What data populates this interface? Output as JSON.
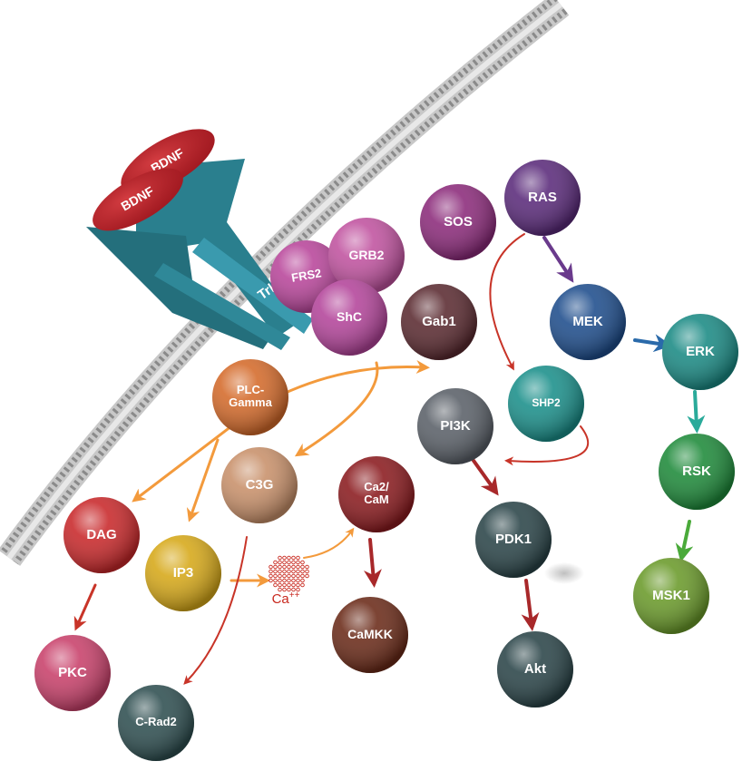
{
  "receptor": {
    "ligands": [
      "BDNF",
      "BDNF"
    ],
    "name": "TrkB",
    "colors": {
      "ligand": "#b81f27",
      "receptor": "#2a7f8e"
    }
  },
  "nodes": {
    "frs2": {
      "label": "FRS2",
      "color": "#b8459a"
    },
    "grb2": {
      "label": "GRB2",
      "color": "#c0529f"
    },
    "shc": {
      "label": "ShC",
      "color": "#b3449a"
    },
    "sos": {
      "label": "SOS",
      "color": "#8b2a7a"
    },
    "ras": {
      "label": "RAS",
      "color": "#5a2a7a"
    },
    "gab1": {
      "label": "Gab1",
      "color": "#5a2a30"
    },
    "mek": {
      "label": "MEK",
      "color": "#1e4d8c"
    },
    "erk": {
      "label": "ERK",
      "color": "#1a8a84"
    },
    "shp2": {
      "label": "SHP2",
      "color": "#1a8f8a"
    },
    "plc": {
      "label": "PLC-\nGamma",
      "color": "#d46a2a"
    },
    "pi3k": {
      "label": "PI3K",
      "color": "#5a6068"
    },
    "c3g": {
      "label": "C3G",
      "color": "#c8906a"
    },
    "ca2cam": {
      "label": "Ca2/\nCaM",
      "color": "#8a1a1e"
    },
    "rsk": {
      "label": "RSK",
      "color": "#1e8a3a"
    },
    "dag": {
      "label": "DAG",
      "color": "#c8282a"
    },
    "ip3": {
      "label": "IP3",
      "color": "#d6a818"
    },
    "pdk1": {
      "label": "PDK1",
      "color": "#2a4448"
    },
    "msk1": {
      "label": "MSK1",
      "color": "#6a9a2a"
    },
    "camkk": {
      "label": "CaMKK",
      "color": "#6a2a18"
    },
    "pkc": {
      "label": "PKC",
      "color": "#c8406a"
    },
    "akt": {
      "label": "Akt",
      "color": "#2a4448"
    },
    "crad2": {
      "label": "C-Rad2",
      "color": "#2e4e50"
    }
  },
  "ion": {
    "label": "Ca",
    "superscript": "++",
    "color": "#c8281e"
  },
  "arrow_colors": {
    "orange": "#f39a3c",
    "red": "#c83428",
    "purple": "#6a3a8c",
    "blue": "#2a6aaa",
    "teal": "#2aaa9a",
    "green": "#4aaa3a",
    "crimson": "#a8282a"
  }
}
